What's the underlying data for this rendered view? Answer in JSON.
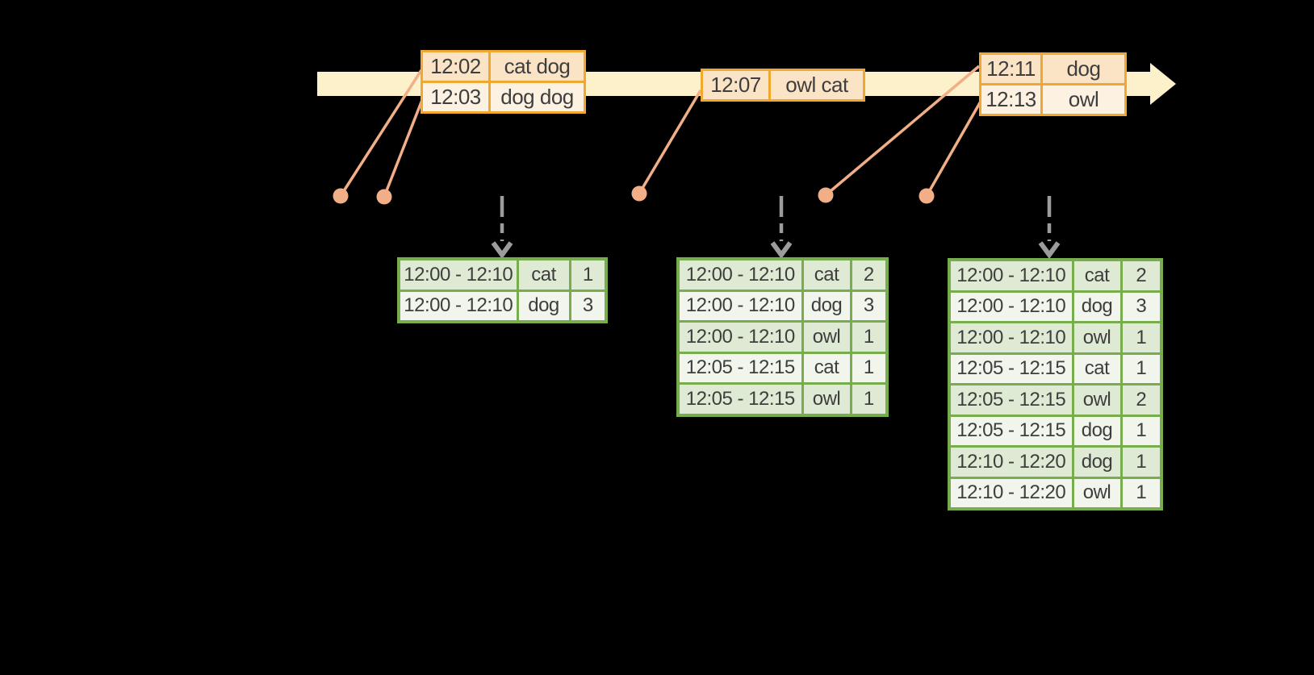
{
  "colors": {
    "background": "#000000",
    "timeline-fill": "#FCF1CB",
    "event-border": "#F0A930",
    "event-row-dark": "#FBE4C6",
    "event-row-light": "#FDF1E2",
    "connector": "#F1AE87",
    "trigger-arrow": "#9C9C9C",
    "result-border": "#77AD4D",
    "result-row-dark": "#DEEAD3",
    "result-row-light": "#F1F5EC",
    "text": "#3E3E3E"
  },
  "event_tables": [
    {
      "rows": [
        {
          "time": "12:02",
          "words": "cat dog"
        },
        {
          "time": "12:03",
          "words": "dog dog"
        }
      ]
    },
    {
      "rows": [
        {
          "time": "12:07",
          "words": "owl cat"
        }
      ]
    },
    {
      "rows": [
        {
          "time": "12:11",
          "words": "dog"
        },
        {
          "time": "12:13",
          "words": "owl"
        }
      ]
    }
  ],
  "result_tables": [
    {
      "rows": [
        {
          "window": "12:00 - 12:10",
          "word": "cat",
          "count": "1"
        },
        {
          "window": "12:00 - 12:10",
          "word": "dog",
          "count": "3"
        }
      ]
    },
    {
      "rows": [
        {
          "window": "12:00 - 12:10",
          "word": "cat",
          "count": "2"
        },
        {
          "window": "12:00 - 12:10",
          "word": "dog",
          "count": "3"
        },
        {
          "window": "12:00 - 12:10",
          "word": "owl",
          "count": "1"
        },
        {
          "window": "12:05 - 12:15",
          "word": "cat",
          "count": "1"
        },
        {
          "window": "12:05 - 12:15",
          "word": "owl",
          "count": "1"
        }
      ]
    },
    {
      "rows": [
        {
          "window": "12:00 - 12:10",
          "word": "cat",
          "count": "2"
        },
        {
          "window": "12:00 - 12:10",
          "word": "dog",
          "count": "3"
        },
        {
          "window": "12:00 - 12:10",
          "word": "owl",
          "count": "1"
        },
        {
          "window": "12:05 - 12:15",
          "word": "cat",
          "count": "1"
        },
        {
          "window": "12:05 - 12:15",
          "word": "owl",
          "count": "2"
        },
        {
          "window": "12:05 - 12:15",
          "word": "dog",
          "count": "1"
        },
        {
          "window": "12:10 - 12:20",
          "word": "dog",
          "count": "1"
        },
        {
          "window": "12:10 - 12:20",
          "word": "owl",
          "count": "1"
        }
      ]
    }
  ]
}
